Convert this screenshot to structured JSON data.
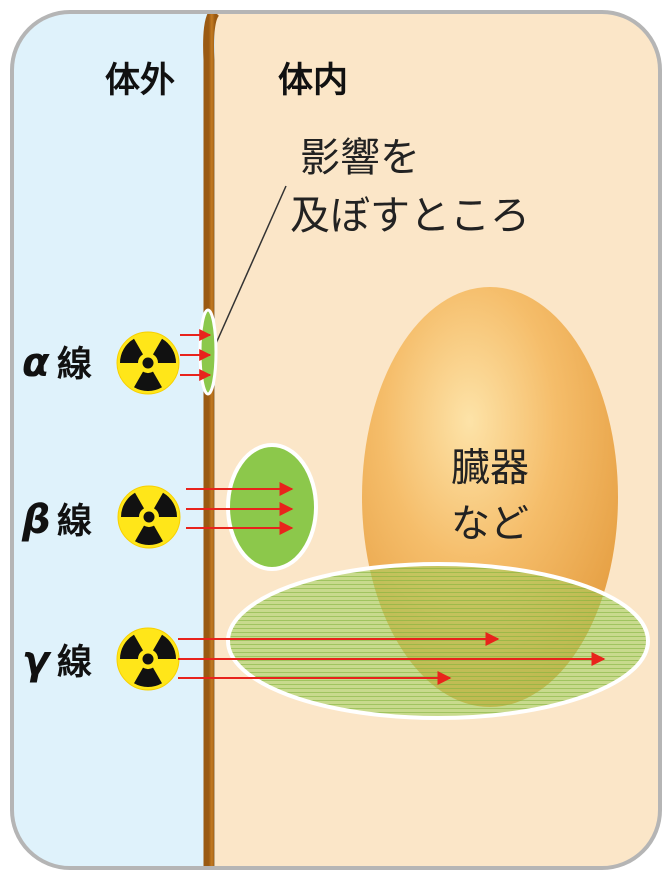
{
  "labels": {
    "outside": "体外",
    "inside": "体内",
    "effect_line1": "影響を",
    "effect_line2": "及ぼすところ",
    "organ_line1": "臓器",
    "organ_line2": "など"
  },
  "rays": [
    {
      "symbol": "α",
      "kanji": "線"
    },
    {
      "symbol": "β",
      "kanji": "線"
    },
    {
      "symbol": "γ",
      "kanji": "線"
    }
  ],
  "colors": {
    "outside_bg": "#dff2fb",
    "inside_bg": "#fbe6c8",
    "skin": "#b8701a",
    "frame": "#b5b5b5",
    "organ": "#f2b765",
    "affected_zone": "#8cc84b",
    "arrow": "#e8231c",
    "radiation_yellow": "#ffe619",
    "radiation_black": "#111111"
  }
}
